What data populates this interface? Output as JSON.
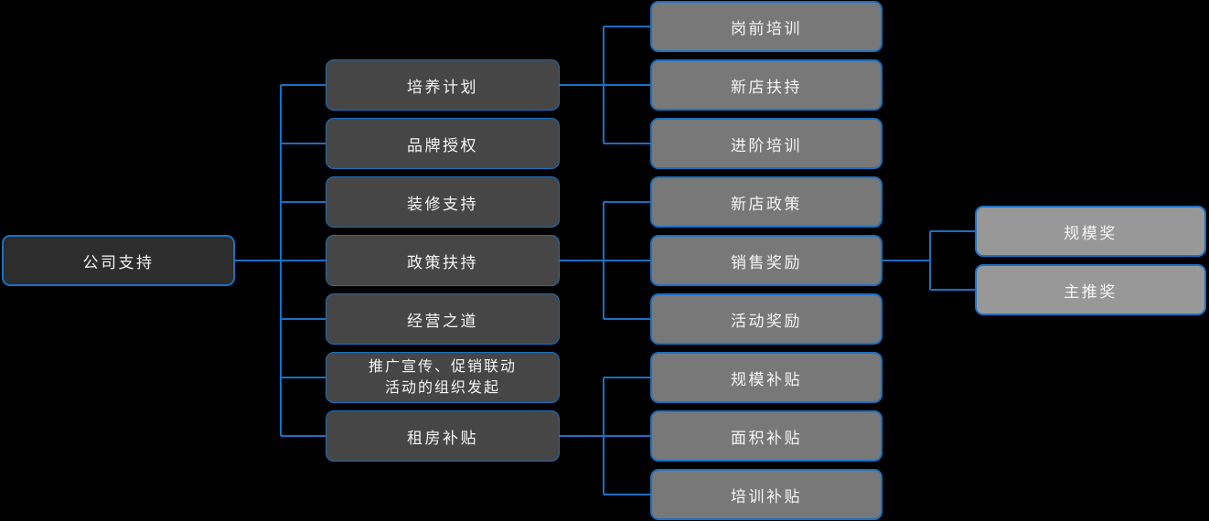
{
  "colors": {
    "background": "#000000",
    "connector": "#1a70c2",
    "node_border": "#1a70c2",
    "root_fill": "#2d2d2d",
    "level2_fill": "#464646",
    "level3_fill": "#787878",
    "level4_fill": "#989898",
    "text": "#f5f5f5"
  },
  "tree": {
    "root": {
      "label": "公司支持"
    },
    "branches": [
      {
        "label": "培养计划",
        "children": [
          {
            "label": "岗前培训"
          },
          {
            "label": "新店扶持"
          },
          {
            "label": "进阶培训"
          }
        ]
      },
      {
        "label": "品牌授权"
      },
      {
        "label": "装修支持"
      },
      {
        "label": "政策扶持",
        "children": [
          {
            "label": "新店政策"
          },
          {
            "label": "销售奖励",
            "children": [
              {
                "label": "规模奖"
              },
              {
                "label": "主推奖"
              }
            ]
          },
          {
            "label": "活动奖励"
          }
        ]
      },
      {
        "label": "经营之道"
      },
      {
        "label": "推广宣传、促销联动活动的组织发起",
        "line1": "推广宣传、促销联动",
        "line2": "活动的组织发起"
      },
      {
        "label": "租房补贴",
        "children": [
          {
            "label": "规模补贴"
          },
          {
            "label": "面积补贴"
          },
          {
            "label": "培训补贴"
          }
        ]
      }
    ]
  }
}
